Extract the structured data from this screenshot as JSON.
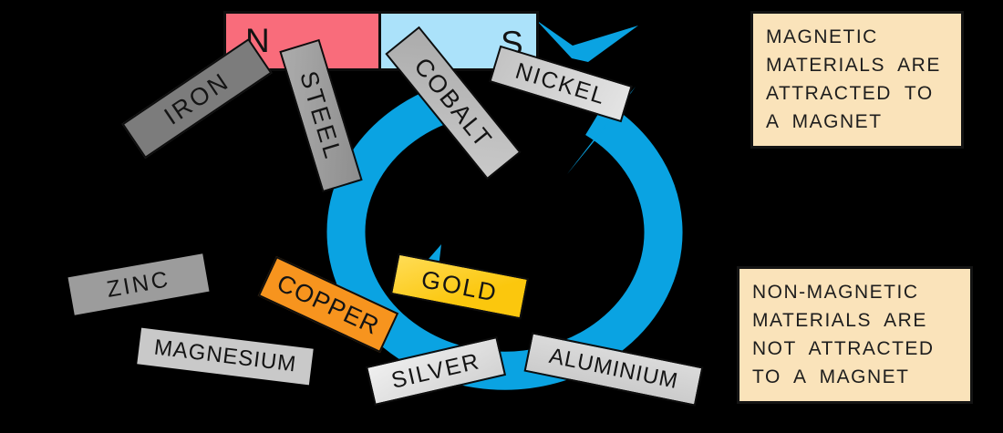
{
  "background_color": "#000000",
  "magnet": {
    "north_label": "N",
    "south_label": "S",
    "north_color": "#F96C7B",
    "south_color": "#ABE2FA"
  },
  "rotation_arrow": {
    "icon": "circular-arrow",
    "color": "#0AA3E2"
  },
  "bars": {
    "iron": {
      "label": "IRON",
      "color": "#7C7C7C",
      "magnetic": true
    },
    "steel": {
      "label": "STEEL",
      "color": "#9A9A9A",
      "magnetic": true
    },
    "cobalt": {
      "label": "COBALT",
      "color": "#B5B5B5",
      "magnetic": true
    },
    "nickel": {
      "label": "NICKEL",
      "color": "#D5D5D5",
      "magnetic": true
    },
    "zinc": {
      "label": "ZINC",
      "color": "#9C9C9C",
      "magnetic": false
    },
    "magnesium": {
      "label": "MAGNESIUM",
      "color": "#C9C9C9",
      "magnetic": false
    },
    "copper": {
      "label": "COPPER",
      "color": "#F7941E",
      "magnetic": false
    },
    "gold": {
      "label": "GOLD",
      "color": "#FBC70D",
      "magnetic": false
    },
    "silver": {
      "label": "SILVER",
      "color": "#E0E0E0",
      "magnetic": false
    },
    "aluminium": {
      "label": "ALUMINIUM",
      "color": "#D2D2D2",
      "magnetic": false
    }
  },
  "callouts": {
    "magnetic": {
      "text": "MAGNETIC\nMATERIALS ARE\nATTRACTED TO\nA MAGNET",
      "bg": "#FAE3BA"
    },
    "non_magnetic": {
      "text": "NON-MAGNETIC\nMATERIALS ARE\nNOT ATTRACTED\nTO A MAGNET",
      "bg": "#FAE3BA"
    }
  }
}
